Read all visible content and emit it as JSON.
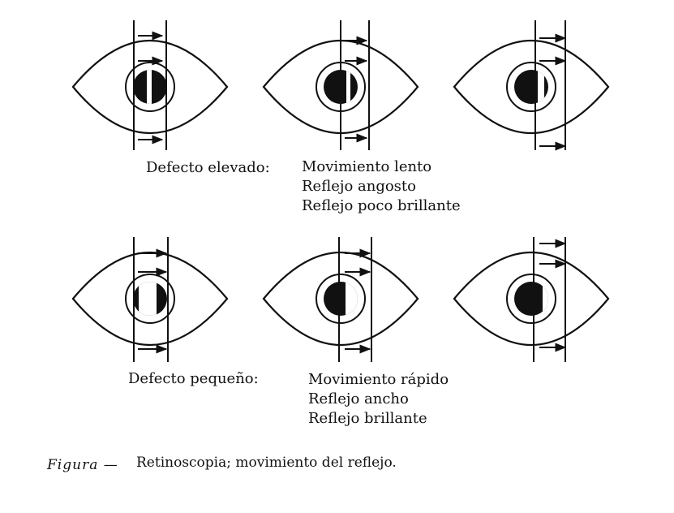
{
  "rows": [
    {
      "defect_label": "Defecto elevado:",
      "descriptions": [
        "Movimiento lento",
        "Reflejo angosto",
        "Reflejo poco brillante"
      ]
    },
    {
      "defect_label": "Defecto pequeño:",
      "descriptions": [
        "Movimiento rápido",
        "Reflejo ancho",
        "Reflejo brillante"
      ]
    }
  ],
  "caption": {
    "figure_label": "Figura —",
    "text": "Retinoscopia; movimiento del reflejo."
  },
  "colors": {
    "ink": "#111111",
    "background": "#ffffff"
  }
}
